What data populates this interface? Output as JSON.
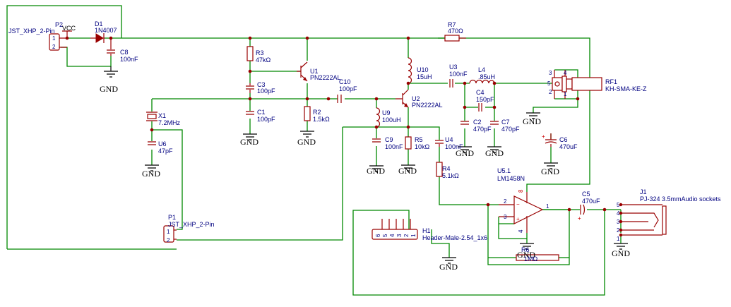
{
  "components": {
    "p2": {
      "ref": "P2",
      "value": "JST_XHP_2-Pin",
      "pins": [
        "1",
        "2"
      ]
    },
    "vcc": {
      "label": "VCC"
    },
    "d1": {
      "ref": "D1",
      "value": "1N4007"
    },
    "c8": {
      "ref": "C8",
      "value": "100nF"
    },
    "r3": {
      "ref": "R3",
      "value": "47kΩ"
    },
    "u1": {
      "ref": "U1",
      "value": "PN2222AL"
    },
    "c3": {
      "ref": "C3",
      "value": "100pF"
    },
    "c1": {
      "ref": "C1",
      "value": "100pF"
    },
    "r2": {
      "ref": "R2",
      "value": "1.5kΩ"
    },
    "c10": {
      "ref": "C10",
      "value": "100pF"
    },
    "x1": {
      "ref": "X1",
      "value": "7.2MHz"
    },
    "u6": {
      "ref": "U6",
      "value": "47pF"
    },
    "p1": {
      "ref": "P1",
      "value": "JST_XHP_2-Pin",
      "pins": [
        "1",
        "2"
      ]
    },
    "r7": {
      "ref": "R7",
      "value": "470Ω"
    },
    "u10": {
      "ref": "U10",
      "value": "15uH"
    },
    "u2": {
      "ref": "U2",
      "value": "PN2222AL"
    },
    "u9": {
      "ref": "U9",
      "value": "100uH"
    },
    "c9": {
      "ref": "C9",
      "value": "100nF"
    },
    "r5": {
      "ref": "R5",
      "value": "10kΩ"
    },
    "u4": {
      "ref": "U4",
      "value": "100nF"
    },
    "r4": {
      "ref": "R4",
      "value": "5.1kΩ"
    },
    "u3": {
      "ref": "U3",
      "value": "100nF"
    },
    "l4": {
      "ref": "L4",
      "value": ".85uH"
    },
    "c4": {
      "ref": "C4",
      "value": "150pF"
    },
    "c2": {
      "ref": "C2",
      "value": "470pF"
    },
    "c7": {
      "ref": "C7",
      "value": "470pF"
    },
    "rf1": {
      "ref": "RF1",
      "value": "KH-SMA-KE-Z",
      "pins": [
        "3",
        "4",
        "5",
        "2",
        "1"
      ]
    },
    "c6": {
      "ref": "C6",
      "value": "470uF",
      "polarity": "+"
    },
    "u5": {
      "ref": "U5.1",
      "value": "LM1458N",
      "pins": {
        "out": "1",
        "inm": "2",
        "inp": "3",
        "vcc": "8",
        "gnd": "4"
      }
    },
    "h1": {
      "ref": "H1",
      "value": "Header-Male-2.54_1x6",
      "pins": [
        "6",
        "5",
        "4",
        "3",
        "2",
        "1"
      ]
    },
    "r6": {
      "ref": "R6",
      "value": "1MΩ"
    },
    "c5": {
      "ref": "C5",
      "value": "470uF",
      "polarity": "+"
    },
    "j1": {
      "ref": "J1",
      "value": "PJ-324 3.5mmAudio sockets",
      "pins": [
        "5",
        "4",
        "3",
        "2",
        "1"
      ]
    }
  },
  "gnd_label": "GND",
  "colors": {
    "wire": "#008800",
    "component": "#990000",
    "text": "#000080",
    "pin_number": "#cc0000"
  }
}
